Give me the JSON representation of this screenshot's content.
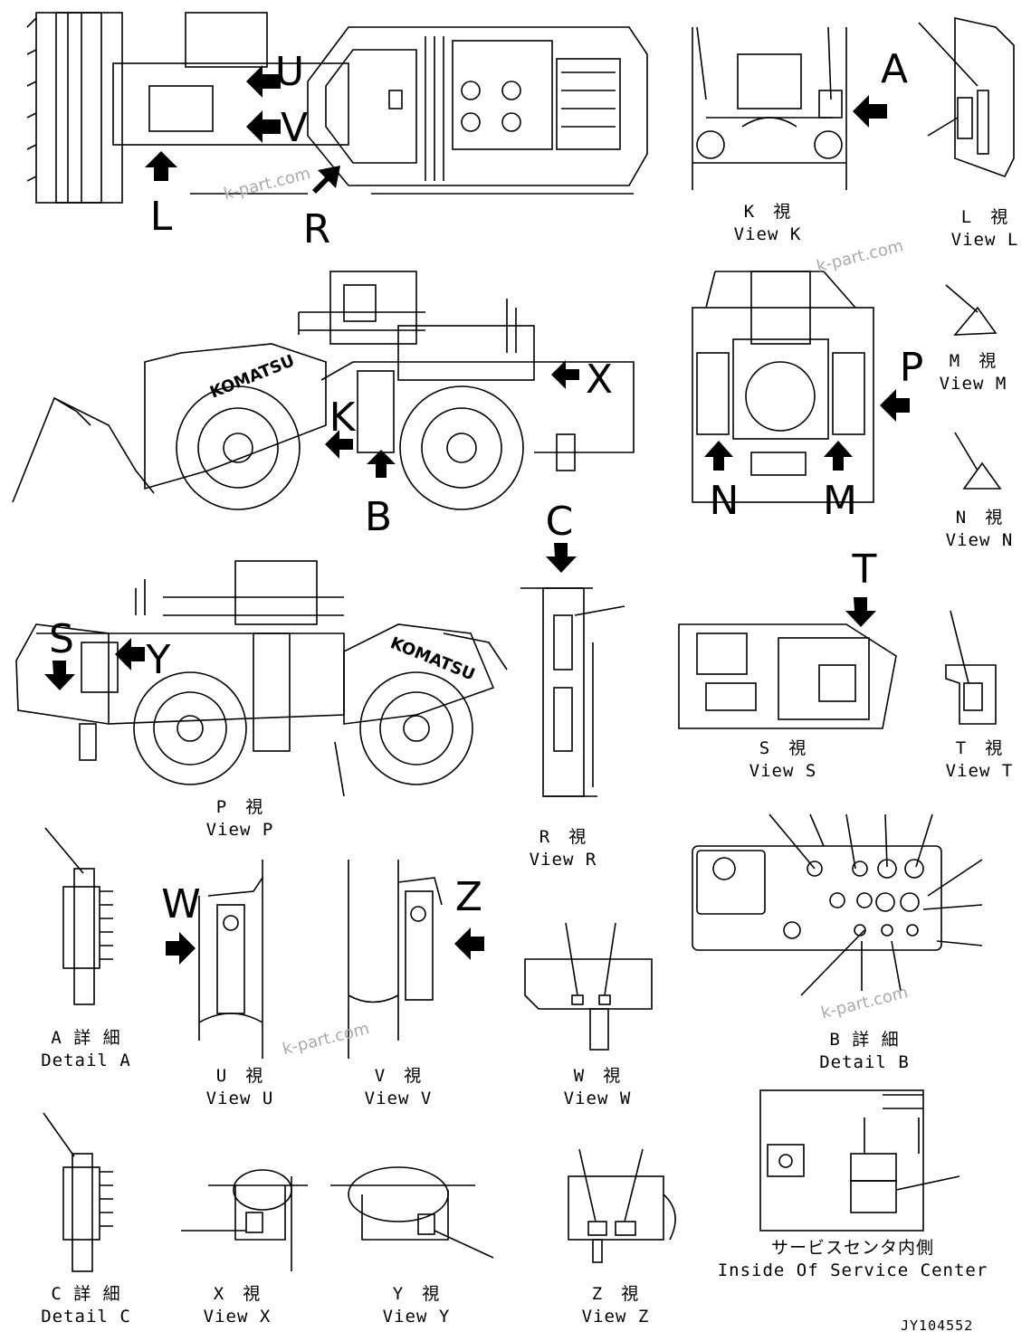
{
  "views": {
    "K": {
      "jp": "K　視",
      "en": "View K"
    },
    "L": {
      "jp": "L　視",
      "en": "View L"
    },
    "M": {
      "jp": "M　視",
      "en": "View M"
    },
    "N": {
      "jp": "N　視",
      "en": "View N"
    },
    "P": {
      "jp": "P　視",
      "en": "View P"
    },
    "R": {
      "jp": "R　視",
      "en": "View R"
    },
    "S": {
      "jp": "S　視",
      "en": "View S"
    },
    "T": {
      "jp": "T　視",
      "en": "View T"
    },
    "U": {
      "jp": "U　視",
      "en": "View U"
    },
    "V": {
      "jp": "V　視",
      "en": "View V"
    },
    "W": {
      "jp": "W　視",
      "en": "View W"
    },
    "X": {
      "jp": "X　視",
      "en": "View X"
    },
    "Y": {
      "jp": "Y　視",
      "en": "View Y"
    },
    "Z": {
      "jp": "Z　視",
      "en": "View Z"
    }
  },
  "details": {
    "A": {
      "jp": "A 詳 細",
      "en": "Detail A"
    },
    "B": {
      "jp": "B 詳 細",
      "en": "Detail B"
    },
    "C": {
      "jp": "C 詳 細",
      "en": "Detail C"
    }
  },
  "service_center": {
    "jp": "サービスセンタ内側",
    "en": "Inside Of Service Center"
  },
  "callouts": {
    "A": "A",
    "B": "B",
    "C": "C",
    "K": "K",
    "L": "L",
    "M": "M",
    "N": "N",
    "P": "P",
    "R": "R",
    "S": "S",
    "T": "T",
    "U": "U",
    "V": "V",
    "W": "W",
    "X": "X",
    "Y": "Y",
    "Z": "Z"
  },
  "brand": "KOMATSU",
  "watermark": "k-part.com",
  "drawing_code": "JY104552"
}
